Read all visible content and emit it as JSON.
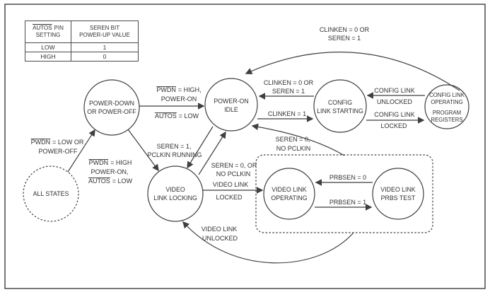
{
  "colors": {
    "ink": "#313131",
    "line": "#3f3f3f",
    "background": "#ffffff"
  },
  "table": {
    "header": {
      "col1_pin": "AUTOS",
      "col1_rest": "PIN",
      "col1_line2": "SETTING",
      "col2_line1": "SEREN BIT",
      "col2_line2": "POWER-UP VALUE"
    },
    "rows": [
      {
        "setting": "LOW",
        "value": "1"
      },
      {
        "setting": "HIGH",
        "value": "0"
      }
    ]
  },
  "states": {
    "all_states": {
      "line1": "ALL STATES"
    },
    "power_down": {
      "line1": "POWER-DOWN",
      "line2": "OR POWER-OFF"
    },
    "power_on_idle": {
      "line1": "POWER-ON",
      "line2": "IDLE"
    },
    "config_link_starting": {
      "line1": "CONFIG",
      "line2": "LINK STARTING"
    },
    "config_link_operating": {
      "line1": "CONFIG LINK",
      "line2": "OPERATING",
      "line3": "PROGRAM",
      "line4": "REGISTERS"
    },
    "video_link_locking": {
      "line1": "VIDEO",
      "line2": "LINK LOCKING"
    },
    "video_link_operating": {
      "line1": "VIDEO LINK",
      "line2": "OPERATING"
    },
    "video_link_prbs_test": {
      "line1": "VIDEO LINK",
      "line2": "PRBS TEST"
    }
  },
  "transitions": {
    "all_to_powerdown": {
      "pin": "PWDN",
      "l1_rest": "= LOW OR",
      "line2": "POWER-OFF"
    },
    "powerdown_to_idle": {
      "pin": "PWDN",
      "l1_rest": "= HIGH,",
      "line2": "POWER-ON",
      "pin2": "AUTOS",
      "l3_rest": "= LOW"
    },
    "powerdown_to_locking": {
      "pin": "PWDN",
      "l1_rest": "= HIGH",
      "line2": "POWER-ON,",
      "pin2": "AUTOS",
      "l3_rest": "= LOW"
    },
    "idle_to_locking": {
      "line1": "SEREN = 1,",
      "line2": "PCLKIN RUNNING"
    },
    "locking_to_idle": {
      "line1": "SEREN = 0, OR",
      "line2": "NO PCLKIN"
    },
    "idle_to_config_starting": {
      "line1": "CLINKEN = 1"
    },
    "config_starting_to_idle": {
      "line1": "CLINKEN = 0 OR",
      "line2": "SEREN = 1"
    },
    "config_starting_to_operating": {
      "line1": "CONFIG LINK",
      "line2": "LOCKED"
    },
    "config_operating_to_starting": {
      "line1": "CONFIG LINK",
      "line2": "UNLOCKED"
    },
    "config_operating_to_idle": {
      "line1": "CLINKEN = 0 OR",
      "line2": "SEREN = 1"
    },
    "video_group_to_idle": {
      "line1": "SEREN = 0,",
      "line2": "NO PCLKIN"
    },
    "locking_to_video_operating": {
      "line1": "VIDEO LINK",
      "line2": "LOCKED"
    },
    "prbs_to_video_operating": {
      "line1": "PRBSEN = 0"
    },
    "video_operating_to_prbs": {
      "line1": "PRBSEN = 1"
    },
    "video_group_to_locking": {
      "line1": "VIDEO LINK",
      "line2": "UNLOCKED"
    }
  }
}
